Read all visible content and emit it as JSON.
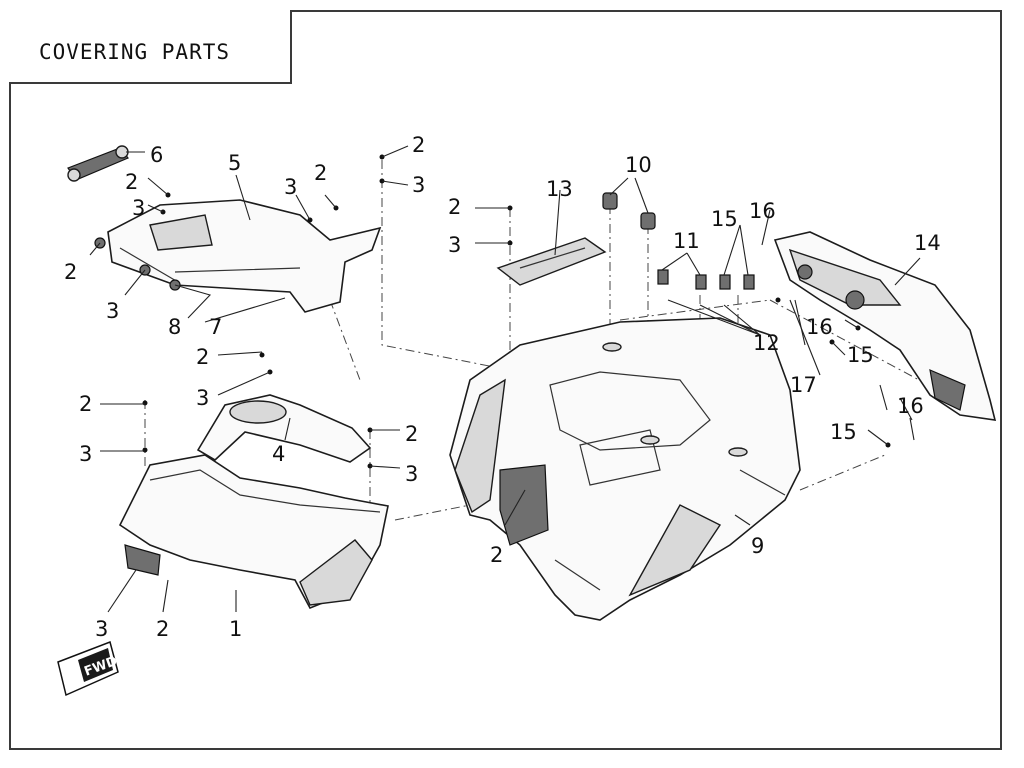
{
  "title": "COVERING PARTS",
  "callouts": {
    "c1": "1",
    "c2": "2",
    "c3": "3",
    "c4": "4",
    "c5": "5",
    "c6": "6",
    "c7": "7",
    "c8": "8",
    "c9": "9",
    "c10": "10",
    "c11": "11",
    "c12": "12",
    "c13": "13",
    "c14": "14",
    "c15": "15",
    "c16": "16",
    "c17": "17"
  },
  "fwd_label": "FWD",
  "fwd_icon": "fwd-arrow-icon",
  "colors": {
    "line": "#1c1c1c",
    "shade": "#d9d9d9",
    "dark": "#6f6f6f"
  }
}
